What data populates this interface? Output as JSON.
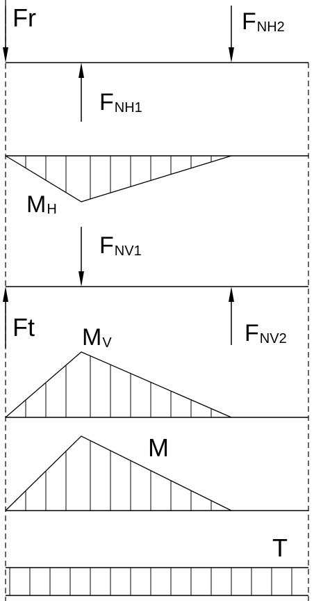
{
  "labels": {
    "fr": "Fr",
    "fnh2_main": "F",
    "fnh2_sub": "NH2",
    "fnh1_main": "F",
    "fnh1_sub": "NH1",
    "mh_main": "M",
    "mh_sub": "H",
    "fnv1_main": "F",
    "fnv1_sub": "NV1",
    "ft": "Ft",
    "mv_main": "M",
    "mv_sub": "V",
    "fnv2_main": "F",
    "fnv2_sub": "NV2",
    "m": "M",
    "t": "T"
  },
  "colors": {
    "line": "#000000",
    "background": "#ffffff"
  }
}
